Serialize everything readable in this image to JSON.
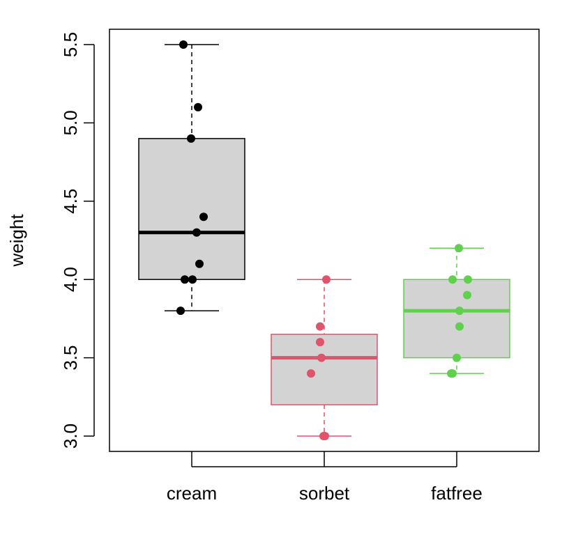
{
  "chart_data": {
    "type": "boxplot",
    "title": "",
    "xlabel": "",
    "ylabel": "weight",
    "ylim": [
      2.9,
      5.6
    ],
    "yticks": [
      "3.0",
      "3.5",
      "4.0",
      "4.5",
      "5.0",
      "5.5"
    ],
    "grid": false,
    "categories": [
      "cream",
      "sorbet",
      "fatfree"
    ],
    "colors": [
      "#000000",
      "#DF536B",
      "#61D04F"
    ],
    "box_fill": "#D3D3D3",
    "boxes": [
      {
        "name": "cream",
        "min": 3.8,
        "q1": 4.0,
        "median": 4.3,
        "q3": 4.9,
        "max": 5.5
      },
      {
        "name": "sorbet",
        "min": 3.0,
        "q1": 3.2,
        "median": 3.5,
        "q3": 3.65,
        "max": 4.0
      },
      {
        "name": "fatfree",
        "min": 3.4,
        "q1": 3.5,
        "median": 3.8,
        "q3": 4.0,
        "max": 4.2
      }
    ],
    "points": [
      [
        5.5,
        5.1,
        4.9,
        4.4,
        4.3,
        4.1,
        4.0,
        4.0,
        3.8
      ],
      [
        4.0,
        3.7,
        3.6,
        3.5,
        3.4,
        3.0,
        3.0
      ],
      [
        4.2,
        4.0,
        4.0,
        3.9,
        3.8,
        3.7,
        3.5,
        3.4,
        3.4
      ]
    ]
  }
}
